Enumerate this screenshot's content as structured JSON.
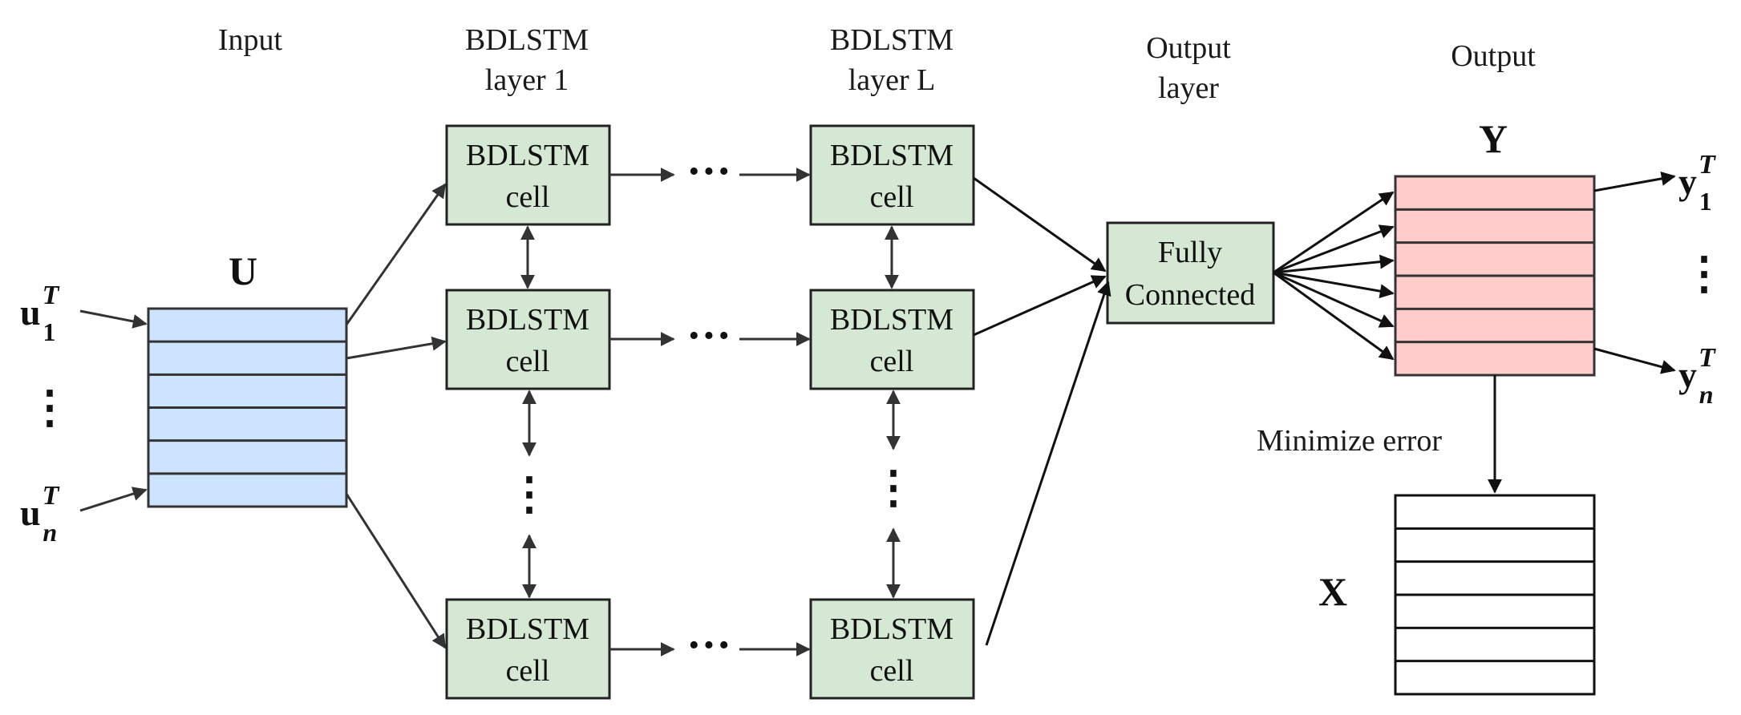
{
  "headers": {
    "input": "Input",
    "bdlstm1_line1": "BDLSTM",
    "bdlstm1_line2": "layer 1",
    "bdlstmL_line1": "BDLSTM",
    "bdlstmL_line2": "layer L",
    "output_layer_line1": "Output",
    "output_layer_line2": "layer",
    "output": "Output"
  },
  "matrices": {
    "input": {
      "label": "U",
      "rows": 6,
      "fill": "#cce4ff"
    },
    "output": {
      "label": "Y",
      "rows": 6,
      "fill": "#ffcccc"
    },
    "target": {
      "label": "X",
      "rows": 6,
      "fill": "#ffffff"
    }
  },
  "cell": {
    "line1": "BDLSTM",
    "line2": "cell",
    "fill": "#d5e8d4"
  },
  "fully_connected": {
    "line1": "Fully",
    "line2": "Connected",
    "fill": "#d5e8d4"
  },
  "input_vectors": {
    "first": {
      "base": "u",
      "sup": "T",
      "sub": "1"
    },
    "last": {
      "base": "u",
      "sup": "T",
      "sub": "n"
    }
  },
  "output_vectors": {
    "first": {
      "base": "y",
      "sup": "T",
      "sub": "1"
    },
    "last": {
      "base": "y",
      "sup": "T",
      "sub": "n"
    }
  },
  "ellipsis_horizontal": "···",
  "ellipsis_vertical": "⋮",
  "minimize_label": "Minimize error"
}
